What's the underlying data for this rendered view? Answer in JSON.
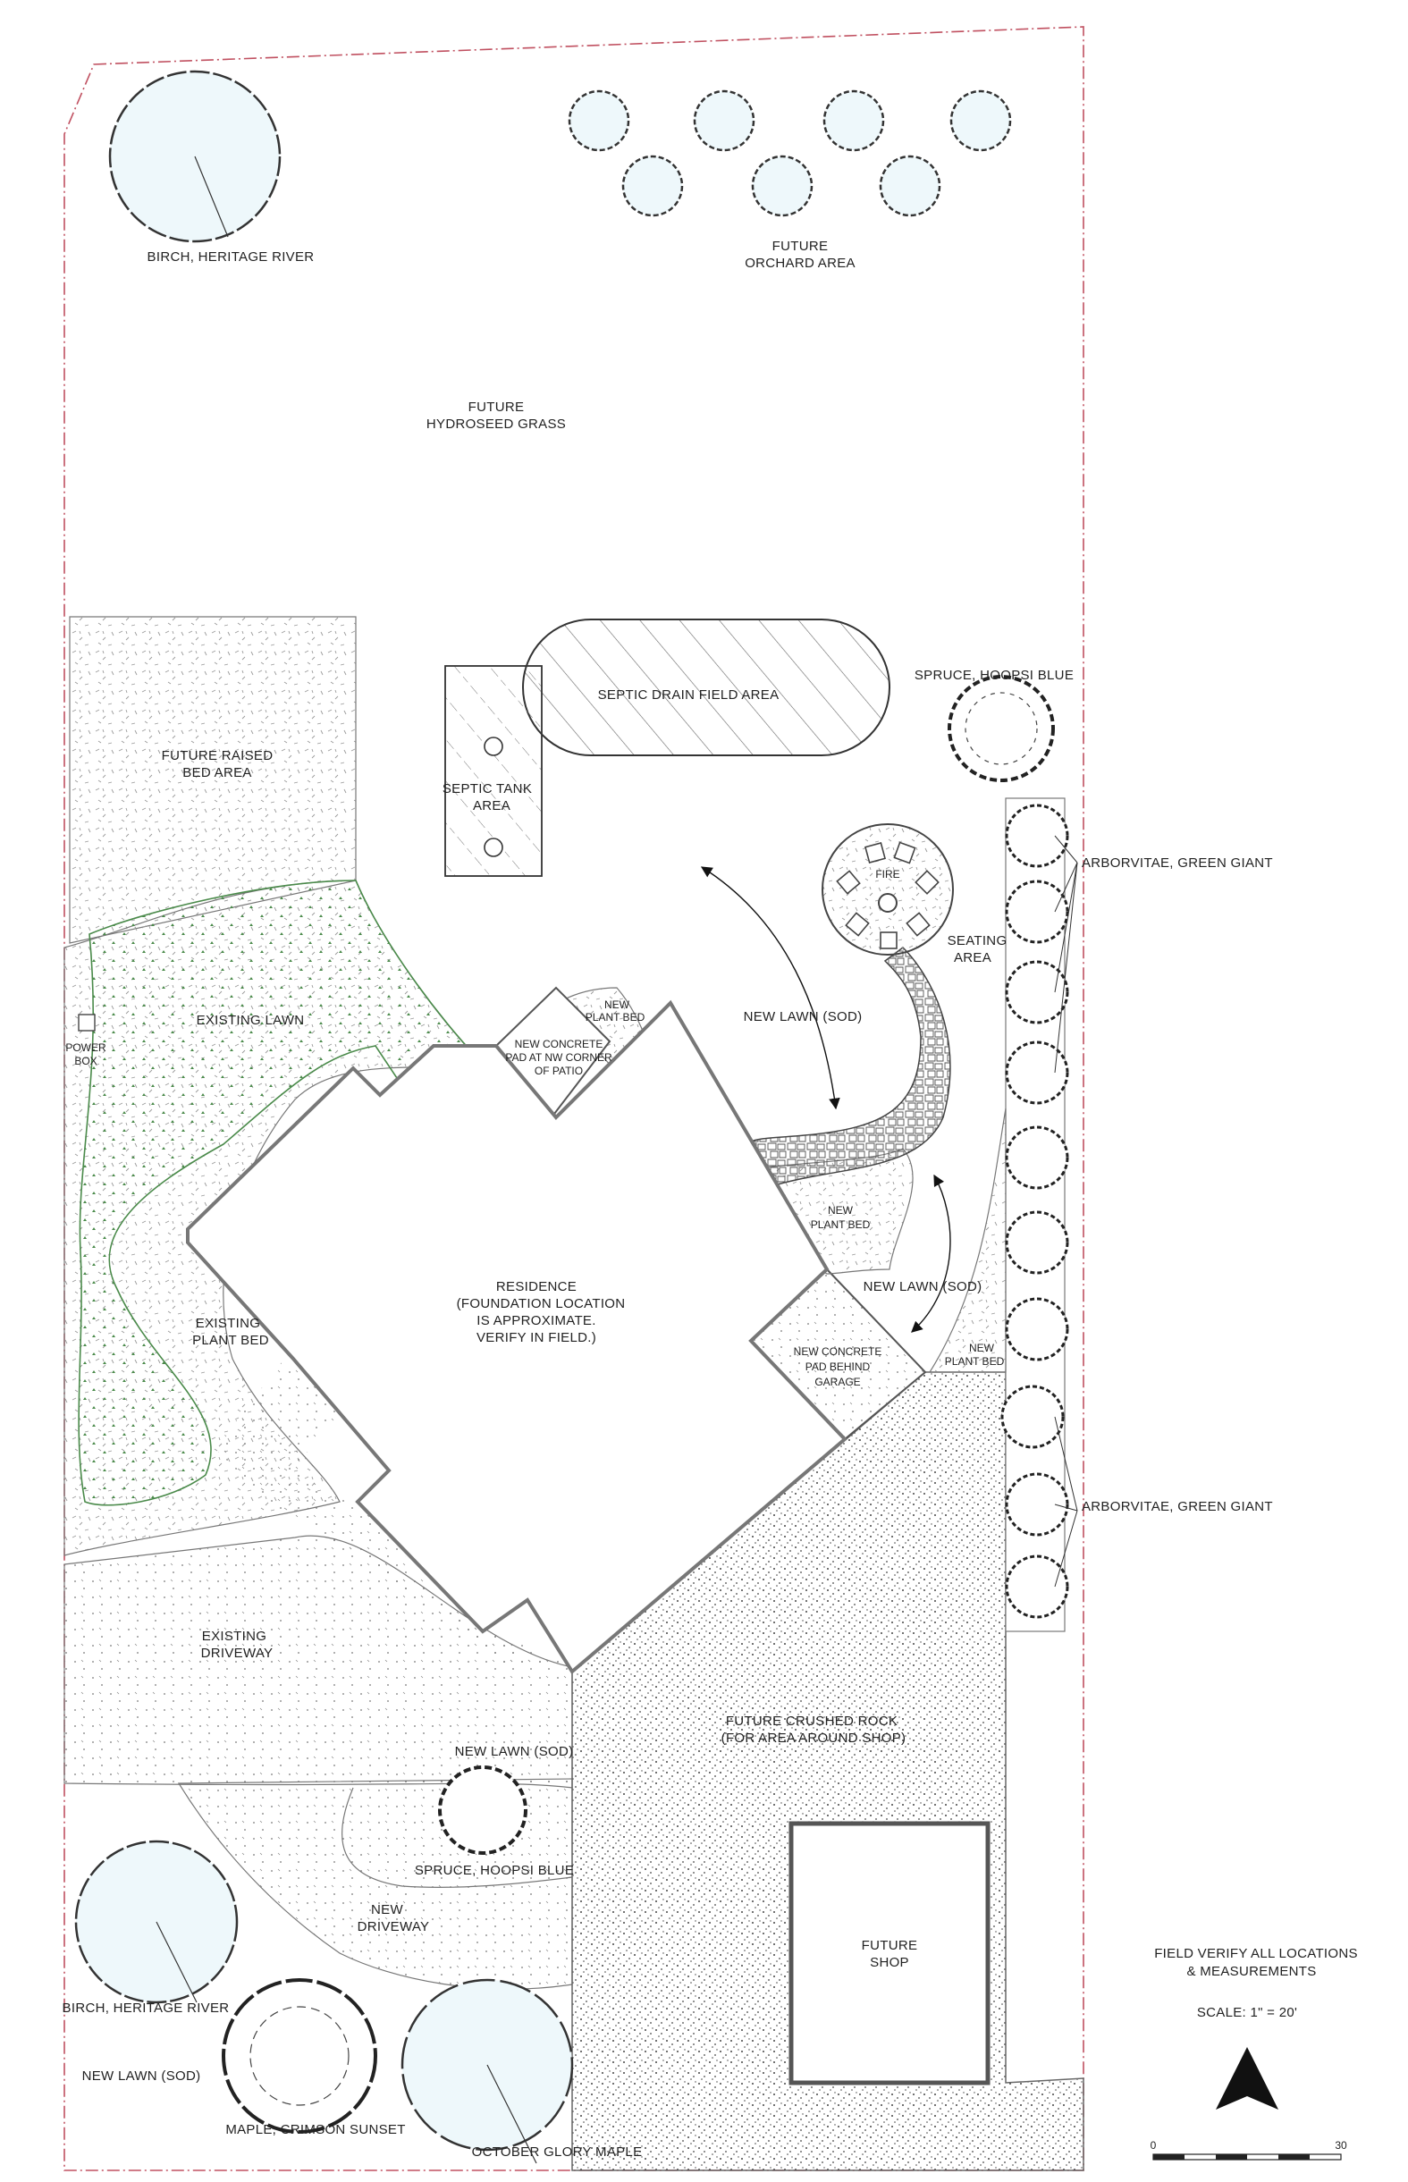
{
  "colors": {
    "property_line": "#c05060",
    "tree_fill": "#eef8fb",
    "lawn_green": "#4a8a4a",
    "building_stroke": "#666666",
    "ink": "#222222"
  },
  "labels": {
    "birch_top": "BIRCH, HERITAGE RIVER",
    "orchard": [
      "FUTURE",
      "ORCHARD AREA"
    ],
    "hydroseed": [
      "FUTURE",
      "HYDROSEED GRASS"
    ],
    "raised_bed": [
      "FUTURE RAISED",
      "BED AREA"
    ],
    "septic_drain": "SEPTIC DRAIN FIELD AREA",
    "septic_tank": [
      "SEPTIC TANK",
      "AREA"
    ],
    "spruce_top": "SPRUCE, HOOPSI BLUE",
    "arborvitae_top": "ARBORVITAE, GREEN GIANT",
    "fire": "FIRE",
    "seating": [
      "SEATING",
      "AREA"
    ],
    "existing_lawn": "EXISTING LAWN",
    "power_box": [
      "POWER",
      "BOX"
    ],
    "new_plant_bed_nw": [
      "NEW",
      "PLANT BED"
    ],
    "new_concrete_nw": [
      "NEW CONCRETE",
      "PAD AT NW CORNER",
      "OF PATIO"
    ],
    "new_lawn_1": "NEW LAWN (SOD)",
    "new_plant_bed_mid": [
      "NEW",
      "PLANT BED"
    ],
    "new_lawn_2": "NEW LAWN (SOD)",
    "new_plant_bed_e": [
      "NEW",
      "PLANT BED"
    ],
    "new_concrete_garage": [
      "NEW CONCRETE",
      "PAD BEHIND",
      "GARAGE"
    ],
    "residence": [
      "RESIDENCE",
      "(FOUNDATION LOCATION",
      "IS APPROXIMATE.",
      "VERIFY IN FIELD.)"
    ],
    "existing_plant_bed": [
      "EXISTING",
      "PLANT BED"
    ],
    "arborvitae_bottom": "ARBORVITAE, GREEN GIANT",
    "existing_driveway": [
      "EXISTING",
      "DRIVEWAY"
    ],
    "crushed_rock": [
      "FUTURE CRUSHED ROCK",
      "(FOR AREA AROUND SHOP)"
    ],
    "new_lawn_3": "NEW LAWN (SOD)",
    "spruce_bottom": "SPRUCE, HOOPSI BLUE",
    "new_driveway": [
      "NEW",
      "DRIVEWAY"
    ],
    "future_shop": [
      "FUTURE",
      "SHOP"
    ],
    "birch_bottom": "BIRCH, HERITAGE RIVER",
    "new_lawn_4": "NEW LAWN (SOD)",
    "maple_crimson": "MAPLE, CRIMSON SUNSET",
    "october_maple": "OCTOBER GLORY MAPLE",
    "field_verify": [
      "FIELD VERIFY ALL LOCATIONS",
      "& MEASUREMENTS"
    ],
    "scale": "SCALE: 1\" = 20'",
    "scale_start": "0",
    "scale_end": "30"
  }
}
